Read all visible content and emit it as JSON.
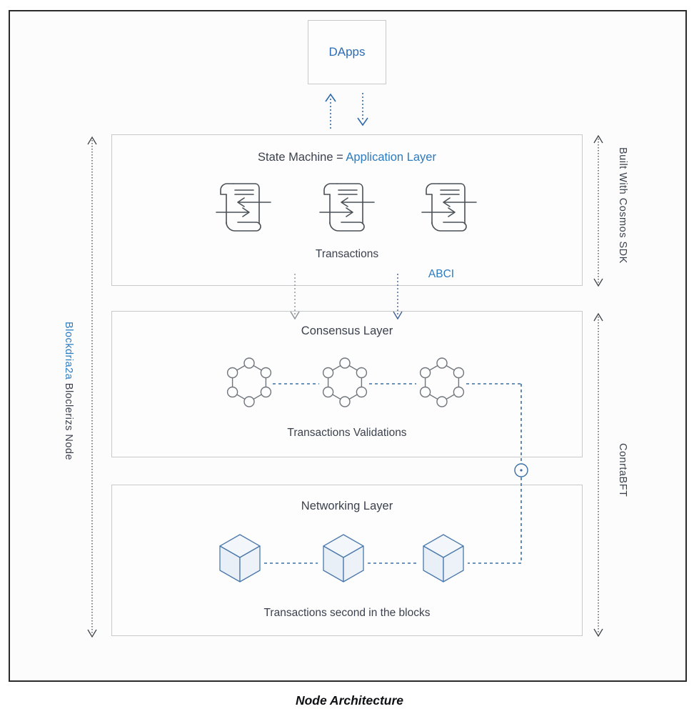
{
  "diagram_title": "Node Architecture",
  "dapps": {
    "label": "DApps"
  },
  "application_layer": {
    "title_prefix": "State Machine = ",
    "title_highlight": "Application Layer",
    "caption": "Transactions",
    "abci_label": "ABCI"
  },
  "consensus_layer": {
    "title": "Consensus Layer",
    "caption": "Transactions Validations"
  },
  "networking_layer": {
    "title": "Networking Layer",
    "caption": "Transactions second in the blocks"
  },
  "left_axis": {
    "label_primary": "Blockdria2a",
    "label_secondary": " Bloclerizs Node"
  },
  "right_axis": {
    "top_label": "Built With Cosmos SDK",
    "bottom_label": "ConrtaBFT"
  },
  "colors": {
    "accent_blue": "#2b6cb8",
    "connector_blue": "#3a6ea5",
    "text_dark": "#3b414c",
    "box_border": "#c7c9ca",
    "frame_border": "#2b2b2b",
    "cube_stroke": "#4a78ab",
    "cube_fill": "#edf2f8",
    "hexagon_stroke": "#70757b",
    "scroll_stroke": "#4a5056"
  }
}
